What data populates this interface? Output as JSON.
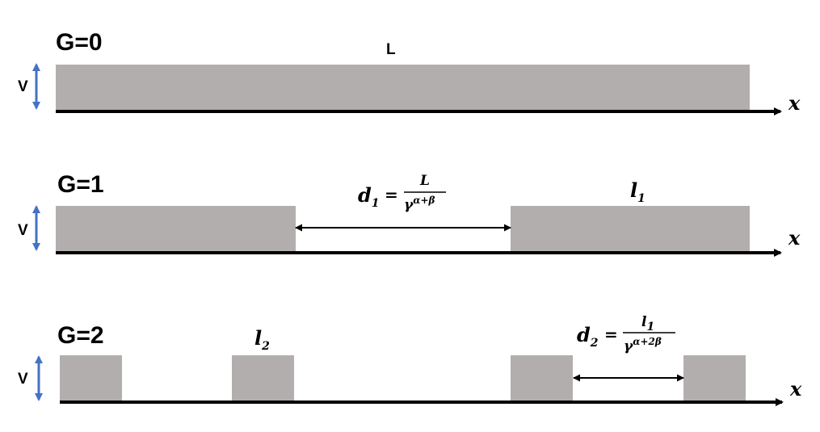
{
  "rows": [
    {
      "generation": "G=0",
      "v_label": "V",
      "axis_label": "x",
      "top_label": "L"
    },
    {
      "generation": "G=1",
      "v_label": "V",
      "axis_label": "x",
      "segment_label": {
        "main": "l",
        "sub": "1"
      },
      "gap_formula": {
        "lhs": "d",
        "lhs_sub": "1",
        "eq": "=",
        "numerator": "L",
        "denominator": "γ",
        "exponent": "α+β"
      }
    },
    {
      "generation": "G=2",
      "v_label": "V",
      "axis_label": "x",
      "segment_label": {
        "main": "l",
        "sub": "2"
      },
      "gap_formula": {
        "lhs": "d",
        "lhs_sub": "2",
        "eq": "=",
        "numerator_main": "l",
        "numerator_sub": "1",
        "denominator": "γ",
        "exponent": "α+2β"
      }
    }
  ],
  "colors": {
    "segment_fill": "#b3aeae",
    "arrow_blue": "#4472c4",
    "axis": "#000000"
  }
}
